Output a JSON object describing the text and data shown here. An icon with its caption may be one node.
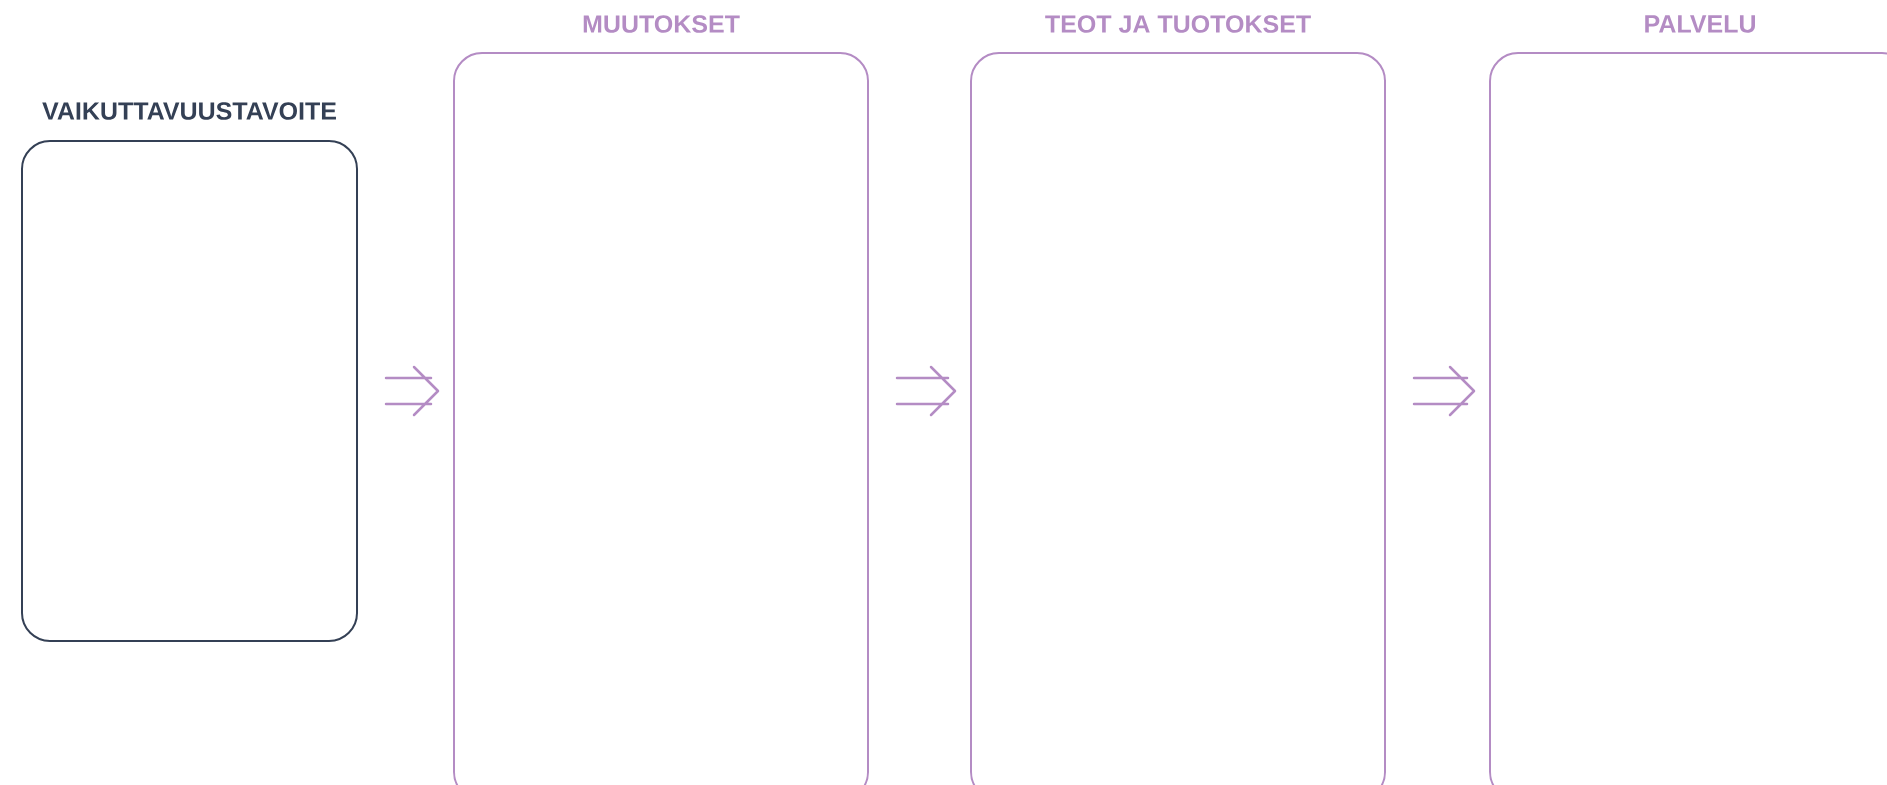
{
  "diagram": {
    "nodes": [
      {
        "text": [
          "VAIKUTTAVUUSTAVOITE"
        ]
      },
      {
        "text": [
          "MUUTOKSET"
        ]
      },
      {
        "text": [
          "TEOT JA TUOTOKSET"
        ]
      },
      {
        "text": [
          "PALVELU"
        ]
      }
    ],
    "edges": [
      {
        "from": 0,
        "to": 1,
        "arrow": "to"
      },
      {
        "from": 1,
        "to": 2,
        "arrow": "to"
      },
      {
        "from": 2,
        "to": 3,
        "arrow": "to"
      }
    ]
  }
}
